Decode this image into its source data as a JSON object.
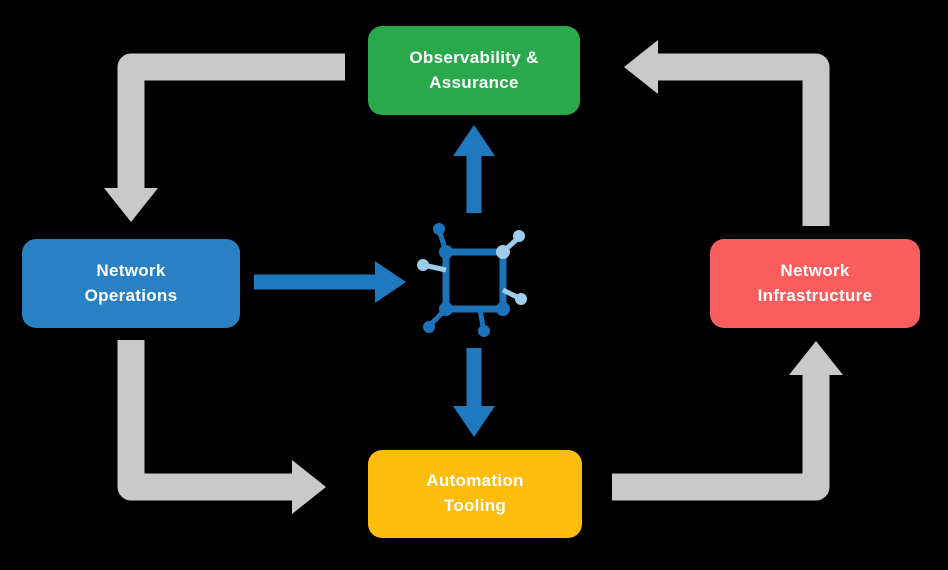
{
  "diagram": {
    "nodes": {
      "observability": {
        "label": "Observability &\nAssurance",
        "color": "#2AA84C"
      },
      "operations": {
        "label": "Network\nOperations",
        "color": "#2980C2"
      },
      "infrastructure": {
        "label": "Network\nInfrastructure",
        "color": "#F95D5D"
      },
      "automation": {
        "label": "Automation\nTooling",
        "color": "#FCBD0D"
      }
    },
    "center_icon": "network-mesh-icon",
    "flow": [
      "Observability & Assurance -> Network Operations",
      "Network Operations -> Automation Tooling",
      "Automation Tooling -> Network Infrastructure",
      "Network Infrastructure -> Observability & Assurance",
      "Network Operations -> center icon",
      "center icon -> Observability & Assurance",
      "center icon -> Automation Tooling"
    ]
  },
  "colors": {
    "background": "#000000",
    "arrow_gray": "#C9C9C9",
    "arrow_blue": "#1E79BF",
    "icon_dark": "#1B74BA",
    "icon_light": "#9ECDEB",
    "node_text": "#FFFFFF"
  }
}
